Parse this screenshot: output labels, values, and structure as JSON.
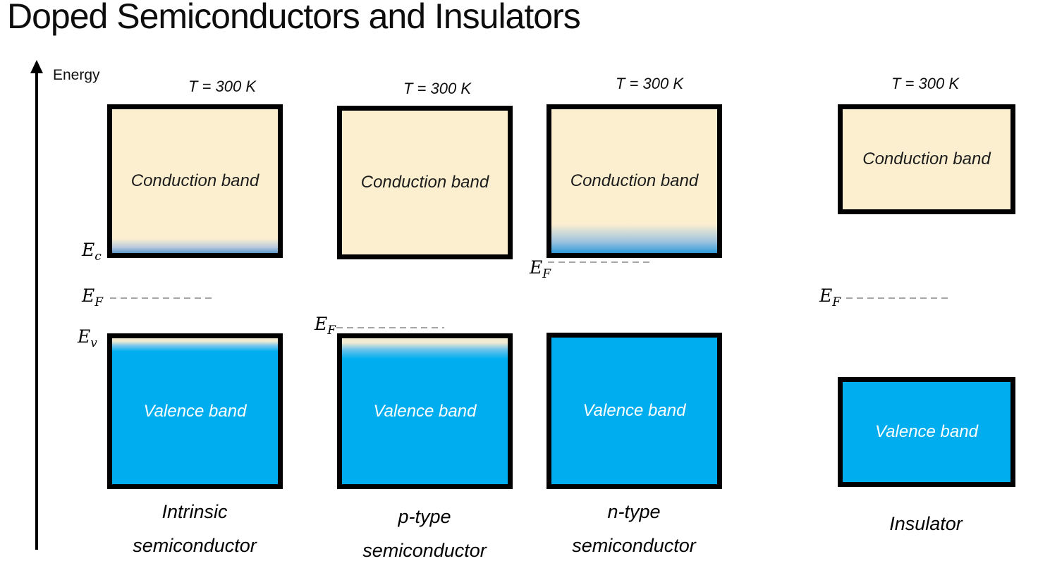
{
  "title": "Doped Semiconductors and Insulators",
  "axis": {
    "label": "Energy"
  },
  "colors": {
    "band_blue": "#00AEEF",
    "band_cream": "#FCEFD0",
    "box_border": "#000000",
    "fermi_dash": "#A6A6A6",
    "cb_edge_blue_small": "#5E9AD0",
    "cb_edge_blue_large": "#2F9CD9"
  },
  "columns": [
    {
      "name": "intrinsic-semiconductor",
      "temp": "T = 300 K",
      "conduction_label": "Conduction band",
      "valence_label": "Valence band",
      "ec": {
        "main": "E",
        "sub": "c"
      },
      "ef": {
        "main": "E",
        "sub": "F"
      },
      "ev": {
        "main": "E",
        "sub": "v"
      },
      "caption_line1": "Intrinsic",
      "caption_line2": "semiconductor"
    },
    {
      "name": "p-type-semiconductor",
      "temp": "T = 300 K",
      "conduction_label": "Conduction band",
      "valence_label": "Valence band",
      "ef": {
        "main": "E",
        "sub": "F"
      },
      "caption_line1": "p-type",
      "caption_line2": "semiconductor"
    },
    {
      "name": "n-type-semiconductor",
      "temp": "T = 300 K",
      "conduction_label": "Conduction band",
      "valence_label": "Valence band",
      "ef": {
        "main": "E",
        "sub": "F"
      },
      "caption_line1": "n-type",
      "caption_line2": "semiconductor"
    },
    {
      "name": "insulator",
      "temp": "T = 300 K",
      "conduction_label": "Conduction band",
      "valence_label": "Valence band",
      "ef": {
        "main": "E",
        "sub": "F"
      },
      "caption_line1": "Insulator",
      "caption_line2": ""
    }
  ]
}
